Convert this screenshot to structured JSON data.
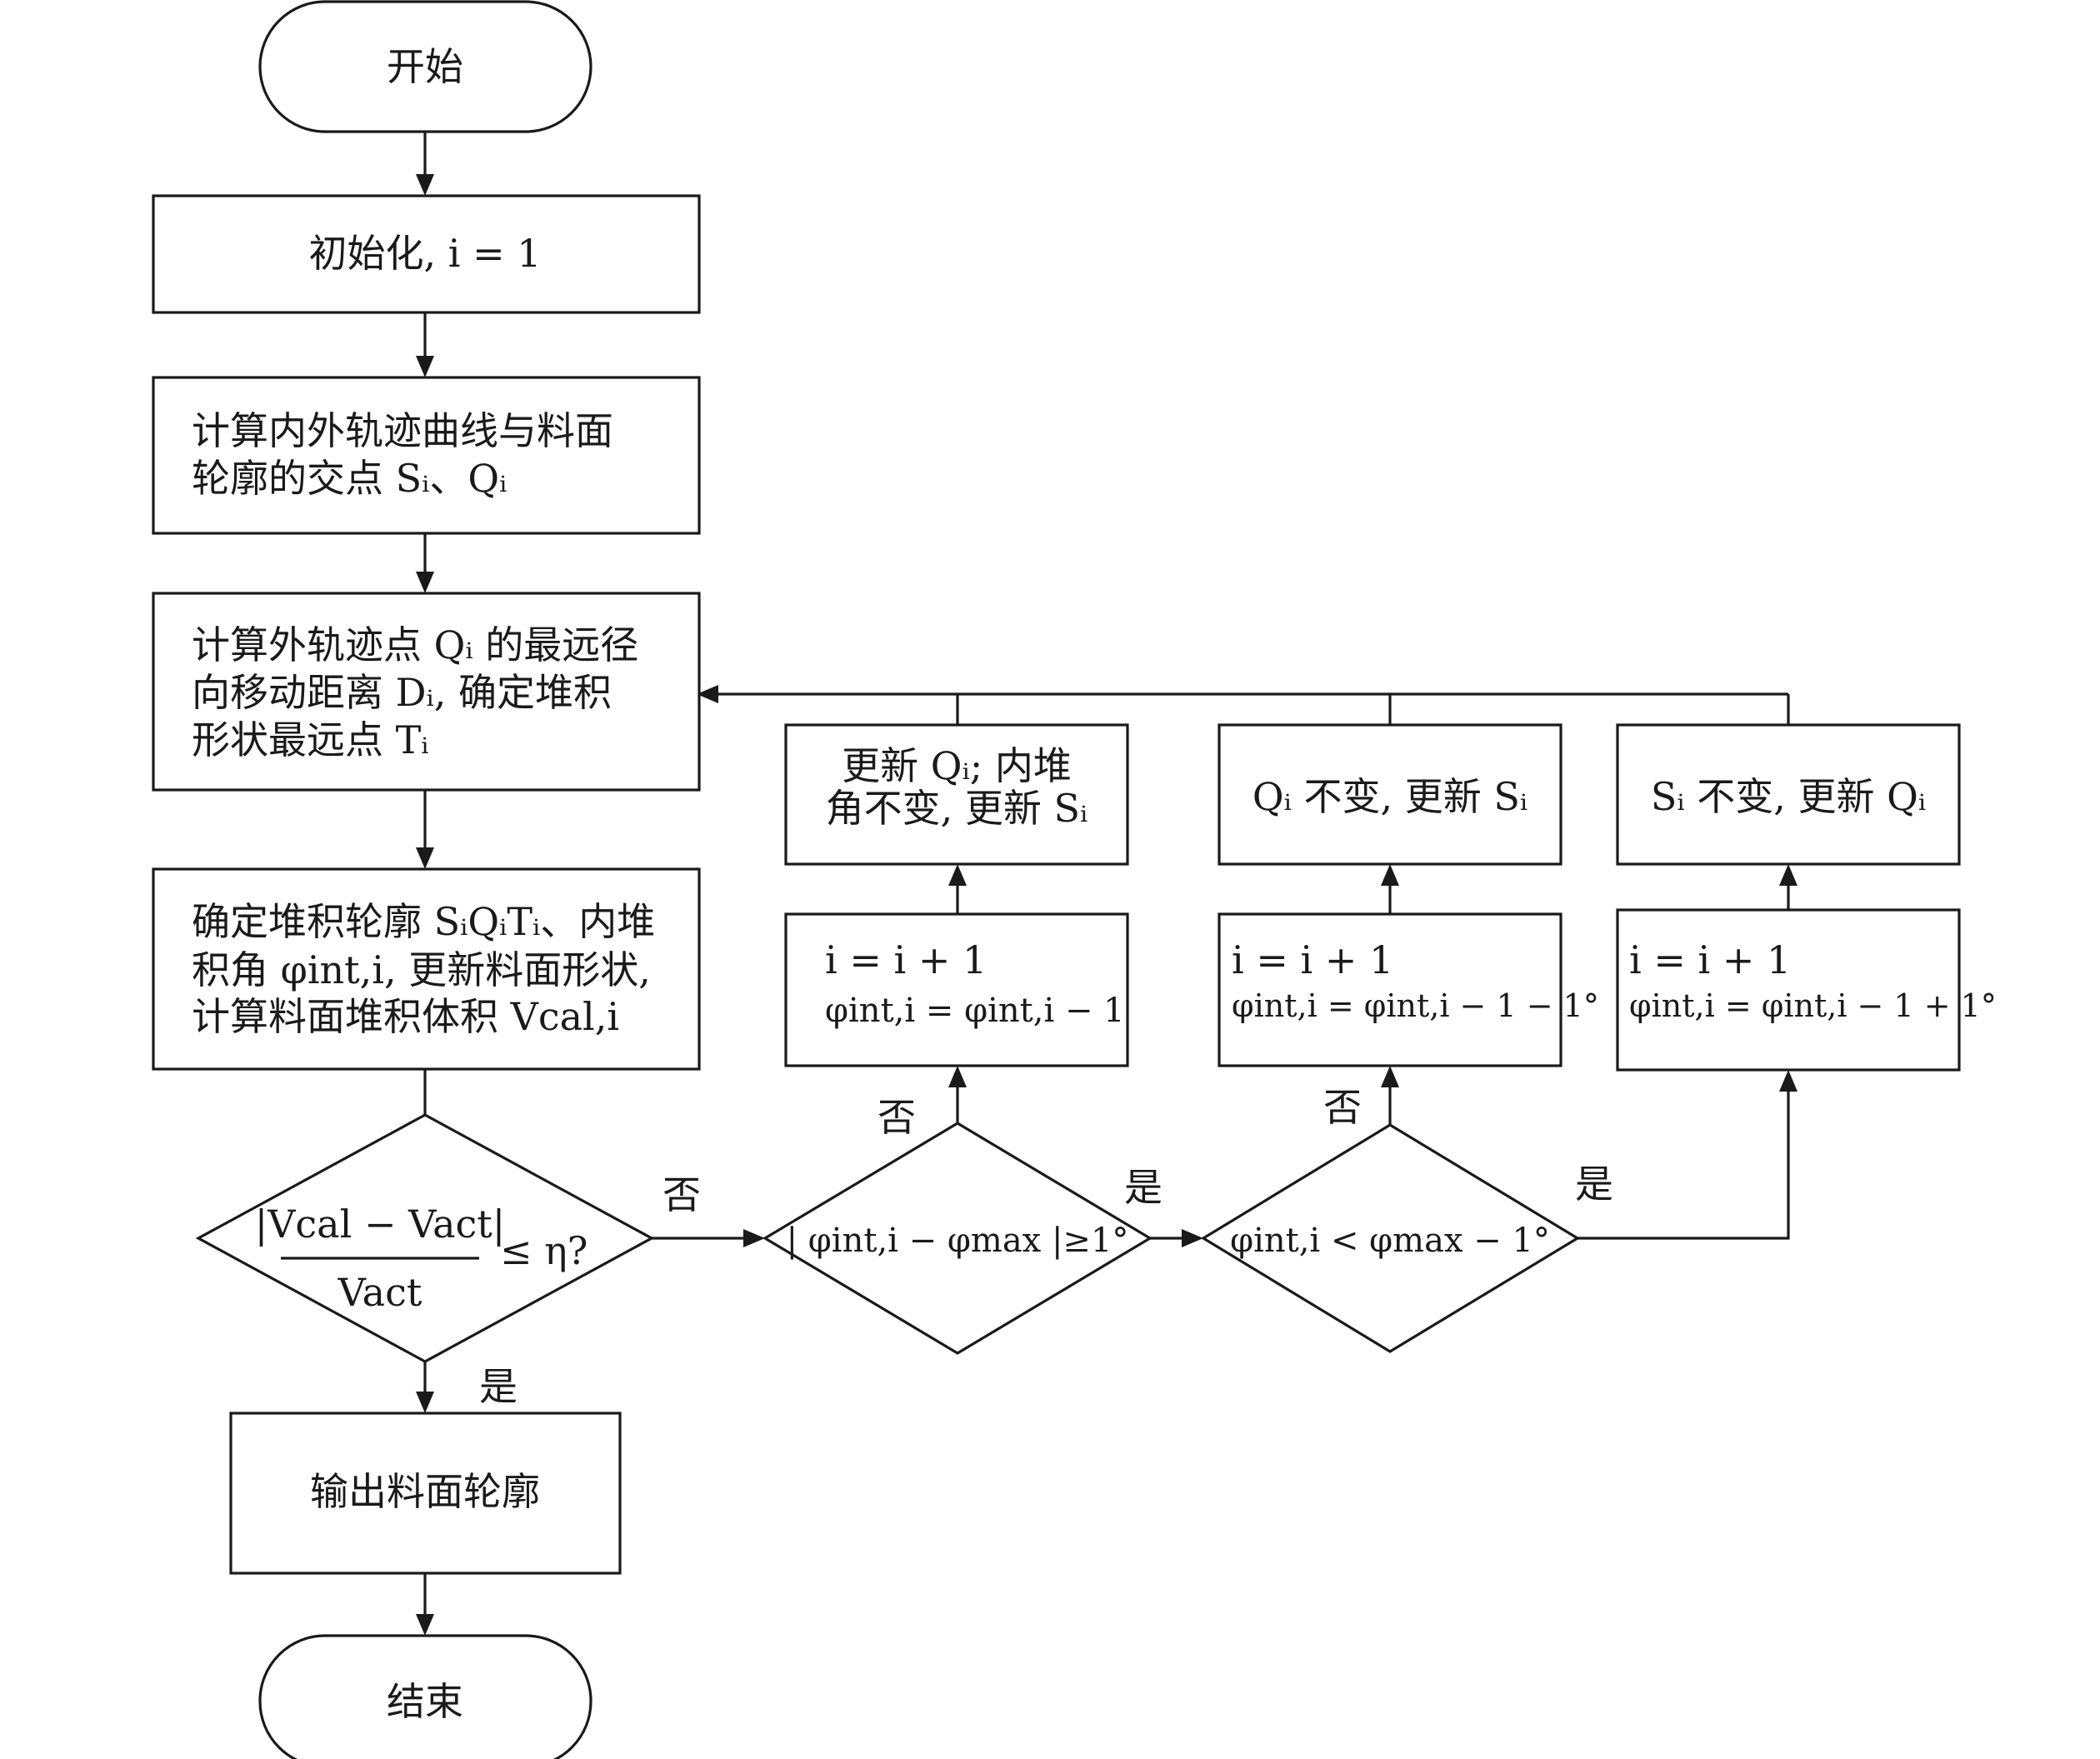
{
  "nodes": {
    "start": {
      "lines": [
        "开始"
      ]
    },
    "init": {
      "lines": [
        "初始化, i = 1"
      ]
    },
    "calc_intersections": {
      "lines": [
        "计算内外轨迹曲线与料面",
        "轮廓的交点 Sᵢ、Qᵢ"
      ]
    },
    "calc_farthest": {
      "lines": [
        "计算外轨迹点 Qᵢ 的最远径",
        "向移动距离 Dᵢ, 确定堆积",
        "形状最远点 Tᵢ"
      ]
    },
    "determine_profile": {
      "lines": [
        "确定堆积轮廓 SᵢQᵢTᵢ、内堆",
        "积角 φint,i, 更新料面形状,",
        "计算料面堆积体积 Vcal,i"
      ]
    },
    "check_volume": {
      "lines": [
        "|Vcal − Vact|",
        "Vact",
        "≤ η?"
      ]
    },
    "output": {
      "lines": [
        "输出料面轮廓"
      ]
    },
    "end": {
      "lines": [
        "结束"
      ]
    },
    "check_angle_diff": {
      "lines": [
        "| φint,i − φmax |≥1°"
      ]
    },
    "check_angle_less": {
      "lines": [
        "φint,i < φmax − 1°"
      ]
    },
    "inc_keep": {
      "lines": [
        "i = i + 1",
        "φint,i = φint,i − 1"
      ]
    },
    "inc_minus": {
      "lines": [
        "i = i + 1",
        "φint,i = φint,i − 1 − 1°"
      ]
    },
    "inc_plus": {
      "lines": [
        "i = i + 1",
        "φint,i = φint,i − 1 + 1°"
      ]
    },
    "update_q": {
      "lines": [
        "更新 Qᵢ; 内堆",
        "角不变, 更新 Sᵢ"
      ]
    },
    "update_s": {
      "lines": [
        "Qᵢ 不变, 更新 Sᵢ"
      ]
    },
    "update_q2": {
      "lines": [
        "Sᵢ 不变, 更新 Qᵢ"
      ]
    }
  },
  "edge_labels": {
    "volume_yes": "是",
    "volume_no": "否",
    "diff_yes": "是",
    "diff_no": "否",
    "less_yes": "是",
    "less_no": "否"
  }
}
